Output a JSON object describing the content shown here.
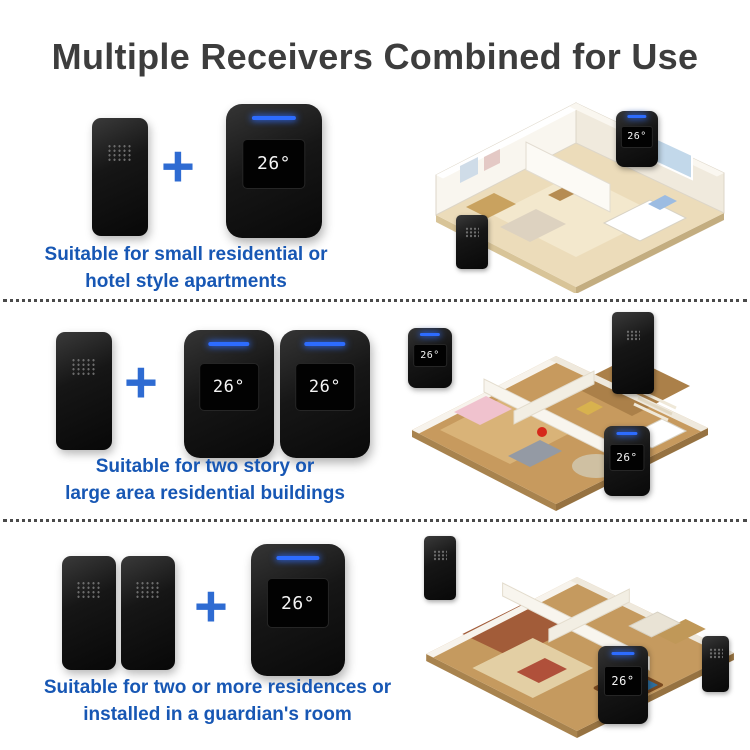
{
  "title": "Multiple Receivers Combined for Use",
  "plus": "+",
  "temp": "26°",
  "sections": [
    {
      "caption1": "Suitable for small residential or",
      "caption2": "hotel style apartments",
      "transmitters": 1,
      "receivers": 1
    },
    {
      "caption1": "Suitable for two story or",
      "caption2": "large area residential buildings",
      "transmitters": 1,
      "receivers": 2
    },
    {
      "caption1": "Suitable for two or more residences or",
      "caption2": "installed in a guardian's room",
      "transmitters": 2,
      "receivers": 1
    }
  ],
  "colors": {
    "title_text": "#3d3d3d",
    "caption_text": "#1757b4",
    "plus_sign": "#2e6bd2",
    "led_blue": "#2d6cff",
    "device_body": "#161616"
  }
}
